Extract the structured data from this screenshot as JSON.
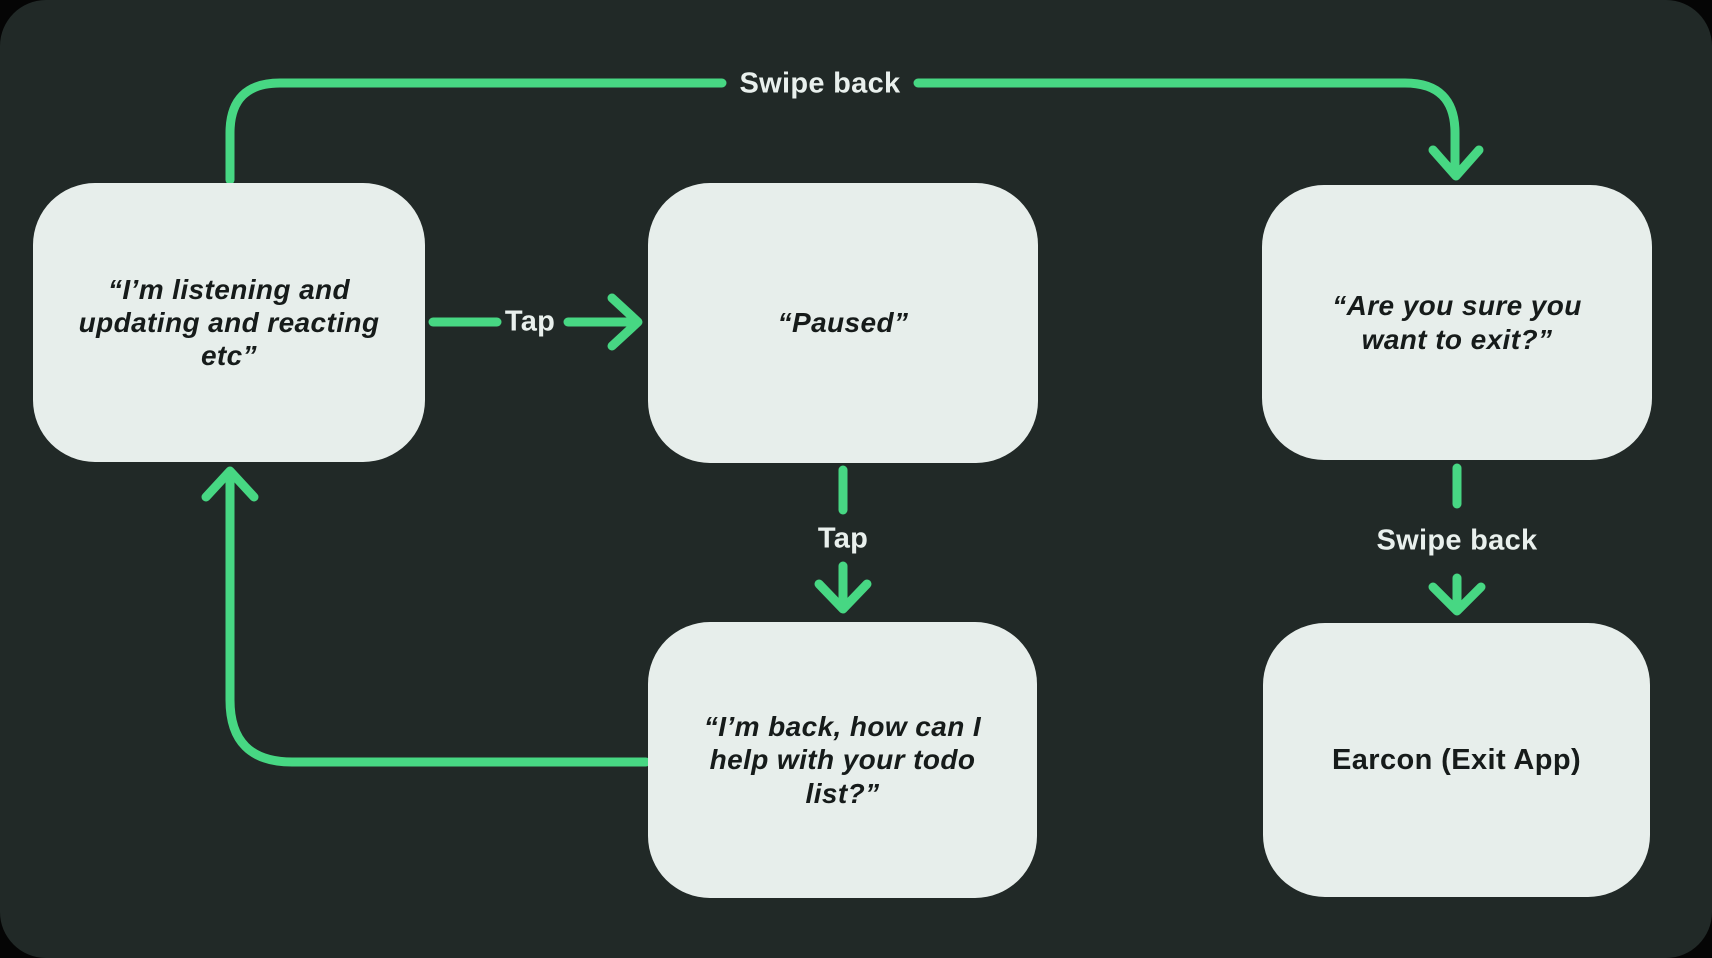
{
  "canvas": {
    "outer_background": "#050505",
    "panel_color": "#212927",
    "node_fill": "#e7eeeb",
    "node_text_color": "#161b1a",
    "arrow_color": "#47d783",
    "edge_label_color": "#e9f0ed"
  },
  "diagram": {
    "type": "flowchart",
    "nodes": [
      {
        "id": "listening",
        "label": "“I’m listening and updating and reacting etc”",
        "text_style": "bold-italic"
      },
      {
        "id": "paused",
        "label": "“Paused”",
        "text_style": "bold-italic"
      },
      {
        "id": "confirm-exit",
        "label": "“Are you sure you want to exit?”",
        "text_style": "bold-italic"
      },
      {
        "id": "back",
        "label": "“I’m back, how can I help with your todo list?”",
        "text_style": "bold-italic"
      },
      {
        "id": "earcon",
        "label": "Earcon (Exit App)",
        "text_style": "bold"
      }
    ],
    "edges": [
      {
        "id": "swipe-back-top",
        "label": "Swipe back",
        "from": "listening",
        "to": "confirm-exit"
      },
      {
        "id": "tap-horizontal",
        "label": "Tap",
        "from": "listening",
        "to": "paused"
      },
      {
        "id": "tap-vertical",
        "label": "Tap",
        "from": "paused",
        "to": "back"
      },
      {
        "id": "loop-return",
        "label": "",
        "from": "back",
        "to": "listening"
      },
      {
        "id": "swipe-back-right",
        "label": "Swipe back",
        "from": "confirm-exit",
        "to": "earcon"
      }
    ]
  }
}
